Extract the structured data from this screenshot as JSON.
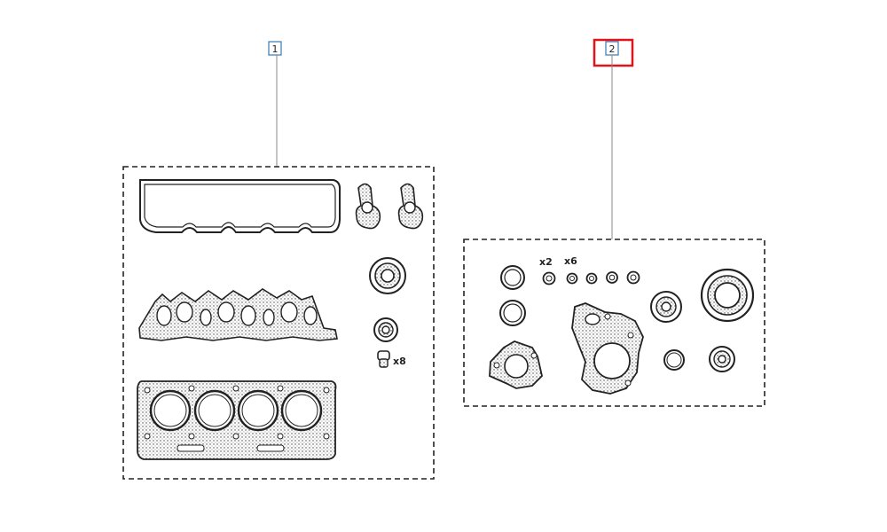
{
  "callouts": [
    {
      "label": "1"
    },
    {
      "label": "2"
    }
  ],
  "selected_callout": "2",
  "quantities": {
    "plug_x8": "x8",
    "seal_x2": "x2",
    "seal_x6": "x6"
  },
  "colors": {
    "callout_border": "#3a7ab0",
    "selection": "#e0151b",
    "line": "#222222",
    "leader": "#888888"
  }
}
